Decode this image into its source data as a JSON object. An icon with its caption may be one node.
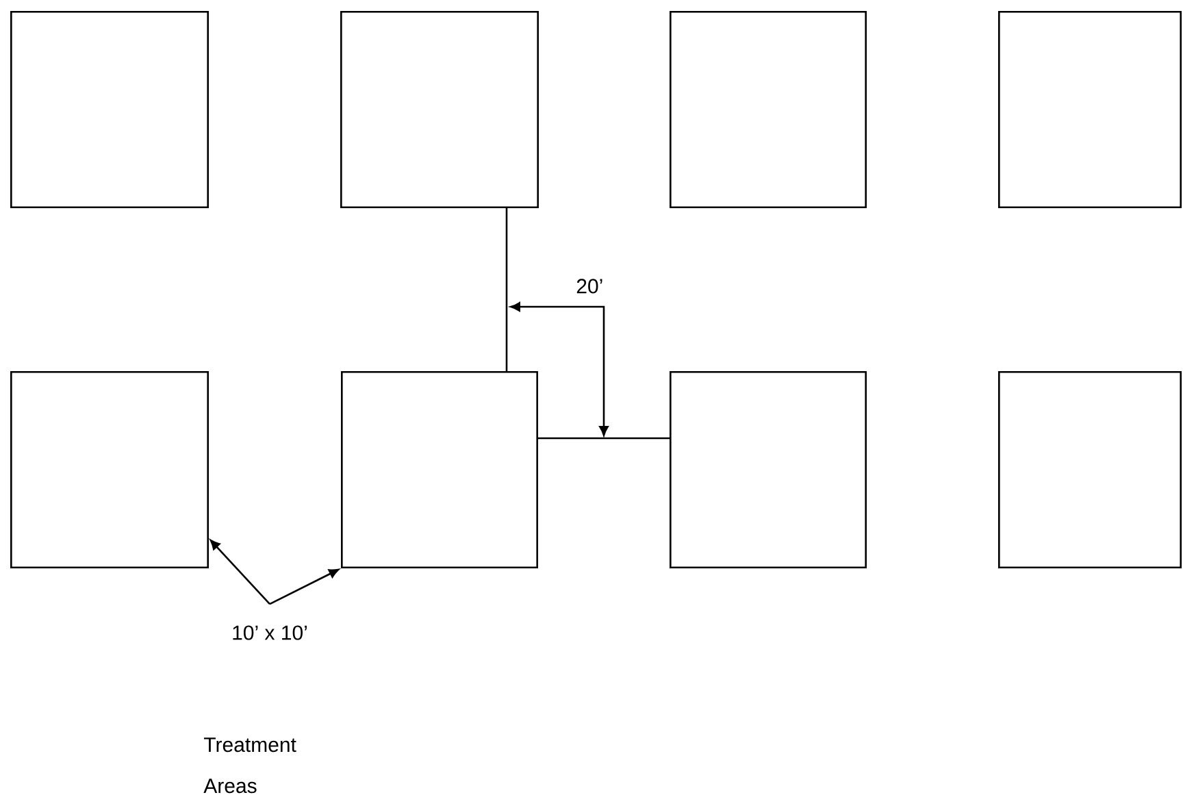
{
  "diagram": {
    "nodes": [
      {
        "text": [],
        "shape": "box"
      },
      {
        "text": [],
        "shape": "box"
      },
      {
        "text": [],
        "shape": "box"
      },
      {
        "text": [],
        "shape": "box"
      },
      {
        "text": [],
        "shape": "box"
      },
      {
        "text": [],
        "shape": "box"
      },
      {
        "text": [],
        "shape": "box"
      },
      {
        "text": [],
        "shape": "box"
      },
      {
        "text": [
          "10’ x 10’"
        ]
      }
    ],
    "edges": [
      {
        "from": 1,
        "to": 5,
        "arrow": "none"
      },
      {
        "from": 5,
        "to": 6,
        "arrow": "none"
      },
      {
        "from": 8,
        "to": 4,
        "arrow": "to"
      },
      {
        "from": 8,
        "to": 5,
        "arrow": "to"
      }
    ],
    "labels": [
      "20’",
      "Treatment Areas"
    ]
  }
}
